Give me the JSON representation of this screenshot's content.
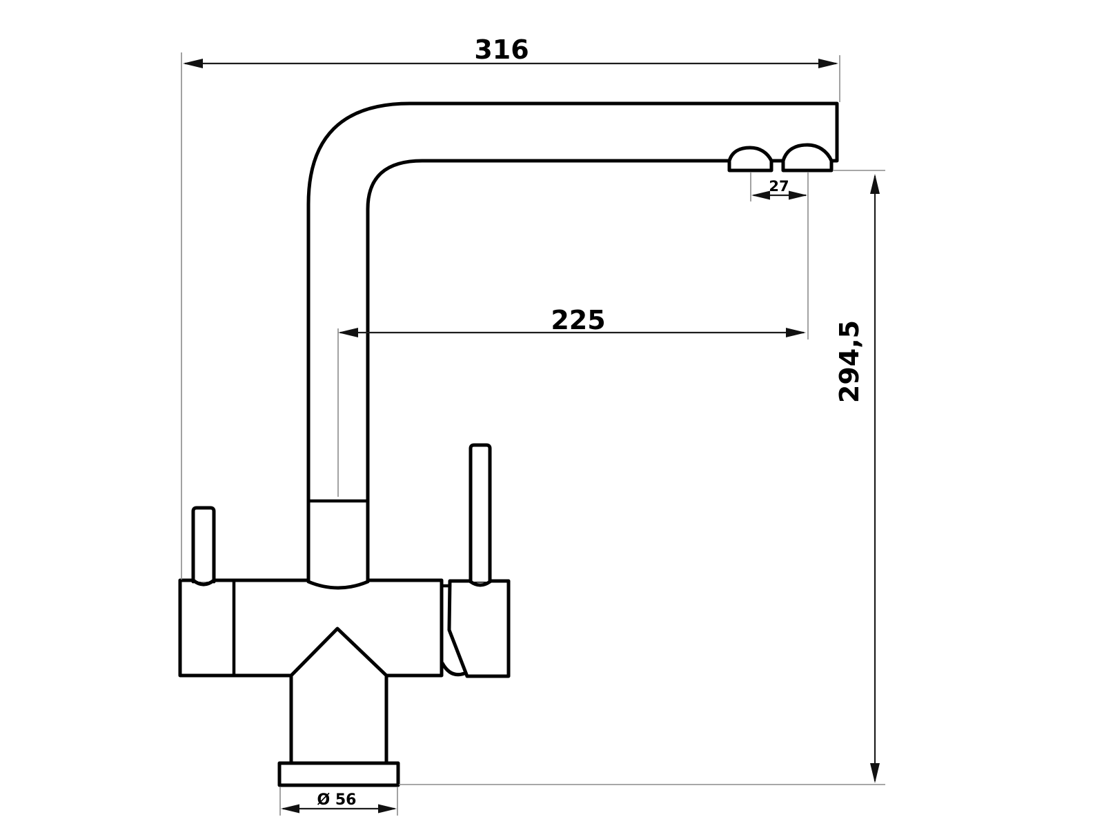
{
  "drawing": {
    "subject": "kitchen-mixer-faucet-side-elevation",
    "background_color": "#ffffff",
    "outline_color": "#000000",
    "dimension_line_color": "#1c1c1c",
    "extension_line_color": "#8a8a8a",
    "dimensions": {
      "total_width": {
        "label": "316"
      },
      "outlet_spacing": {
        "label": "27"
      },
      "spout_reach": {
        "label": "225"
      },
      "overall_height": {
        "label": "294,5"
      },
      "base_diameter": {
        "label": "Ø 56"
      }
    }
  }
}
